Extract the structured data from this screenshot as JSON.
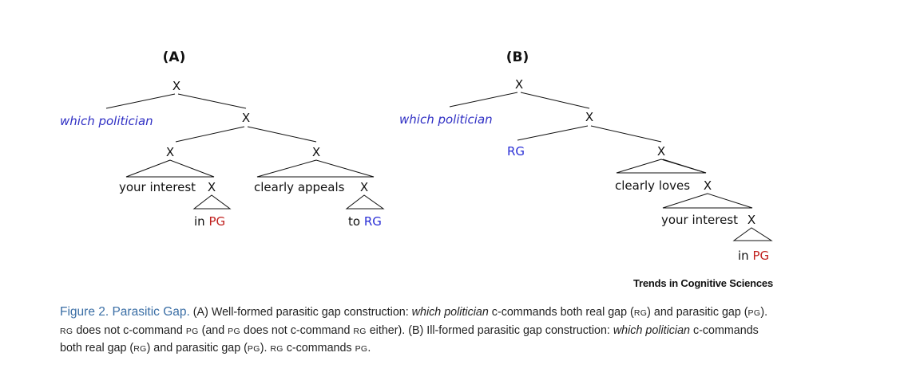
{
  "panel_a": {
    "label": "(A)",
    "root": "X",
    "wh_phrase": "which politician",
    "x2": "X",
    "x3_left": "X",
    "x3_right": "X",
    "left_words": "your interest",
    "left_sub_x": "X",
    "left_leaf_word": "in",
    "left_leaf_gap": "PG",
    "right_words": "clearly appeals",
    "right_sub_x": "X",
    "right_leaf_word": "to",
    "right_leaf_gap": "RG"
  },
  "panel_b": {
    "label": "(B)",
    "root": "X",
    "wh_phrase": "which politician",
    "x2": "X",
    "rg": "RG",
    "x3": "X",
    "verb_words": "clearly loves",
    "x4": "X",
    "obj_words": "your interest",
    "x5": "X",
    "leaf_word": "in",
    "leaf_gap": "PG"
  },
  "journal": "Trends in Cognitive Sciences",
  "caption": {
    "title": "Figure 2. Parasitic Gap.",
    "p1": " (A) Well-formed parasitic gap construction: ",
    "p1_it": "which politician",
    "p2": " c-commands both real gap (",
    "rg1": "RG",
    "p3": ") and parasitic gap (",
    "pg1": "PG",
    "p4": "). ",
    "rg2": "RG",
    "p5": " does not c-command ",
    "pg2": "PG",
    "p6": " (and ",
    "pg3": "PG",
    "p7": " does not c-command ",
    "rg3": "RG",
    "p8": " either). (B) Ill-formed parasitic gap construction: ",
    "p8_it": "which politician",
    "p9": " c-commands both real gap (",
    "rg4": "RG",
    "p10": ") and parasitic gap (",
    "pg4": "PG",
    "p11": "). ",
    "rg5": "RG",
    "p12": " c-commands ",
    "pg5": "PG",
    "p13": "."
  }
}
